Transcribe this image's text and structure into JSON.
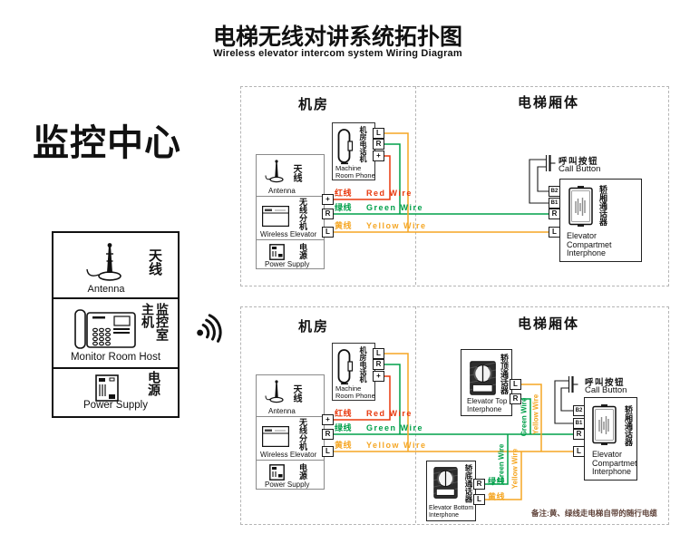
{
  "title": {
    "zh": "电梯无线对讲系统拓扑图",
    "en": "Wireless elevator intercom system Wiring Diagram"
  },
  "monitor": {
    "heading": "监控中心",
    "antenna": {
      "zh": "天线",
      "en": "Antenna"
    },
    "host": {
      "zh": "监控室\n主机",
      "en": "Monitor Room Host"
    },
    "power": {
      "zh": "电源",
      "en": "Power Supply"
    }
  },
  "sections": {
    "machine_room": "机房",
    "elevator_body": "电梯厢体"
  },
  "phone": {
    "zh": "机房电话机",
    "en": "Machine\nRoom Phone",
    "terminals": {
      "l": "L",
      "r": "R",
      "plus": "+"
    }
  },
  "wireless": {
    "antenna": {
      "zh": "天线",
      "en": "Antenna"
    },
    "unit": {
      "zh": "无线分机",
      "en": "Wireless Elevator"
    },
    "power": {
      "zh": "电源",
      "en": "Power Supply"
    },
    "terminals": {
      "plus": "+",
      "r": "R",
      "l": "L"
    }
  },
  "wires": {
    "red": {
      "zh": "红线",
      "en": "Red Wire",
      "color": "#e8380d"
    },
    "green": {
      "zh": "绿线",
      "en": "Green Wire",
      "color": "#00a04a"
    },
    "yellow": {
      "zh": "黄线",
      "en": "Yellow Wire",
      "color": "#f5a623"
    }
  },
  "call_button": {
    "zh": "呼叫按钮",
    "en": "Call Button"
  },
  "compartment": {
    "zh": "轿厢通话器",
    "en": "Elevator\nCompartmet\nInterphone",
    "terminals": {
      "b2": "B2",
      "b1": "B1",
      "r": "R",
      "l": "L"
    }
  },
  "top_interphone": {
    "zh": "轿顶通话器",
    "en": "Elevator Top\nInterphone",
    "terminals": {
      "l": "L",
      "r": "R"
    }
  },
  "bottom_interphone": {
    "zh": "轿底通话器",
    "en": "Elevator Bottom\nInterphone",
    "terminals": {
      "r": "R",
      "l": "L"
    },
    "r_label": "绿线",
    "l_label": "黄线"
  },
  "vertical_labels": {
    "green": "Green Wire",
    "yellow": "Yellow Wire"
  },
  "note": "备注:黄、绿线走电梯自带的随行电缆"
}
